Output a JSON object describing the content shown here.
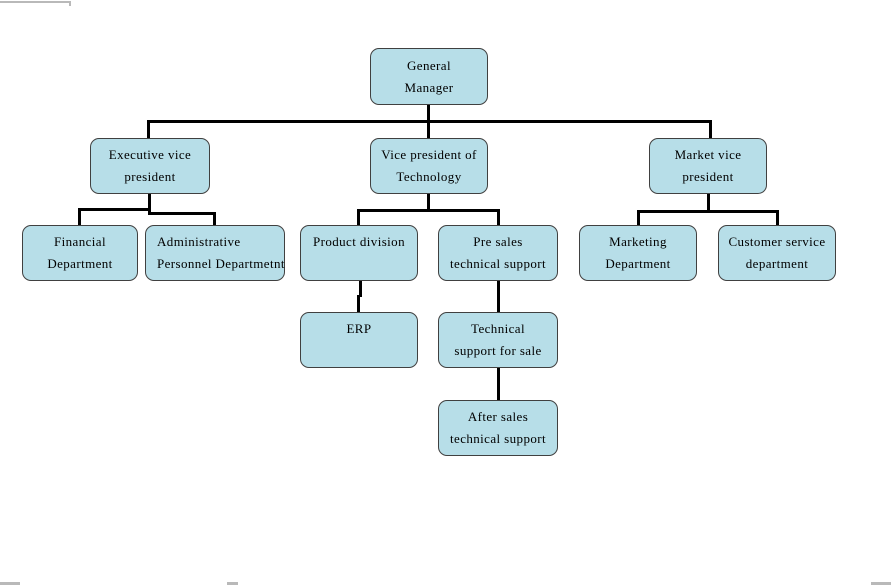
{
  "diagram": {
    "type": "org-chart",
    "colors": {
      "node_fill": "#b7dee8",
      "node_border": "#404040",
      "connector": "#000000",
      "page_edge_mark": "#b9b9b9"
    },
    "nodes": {
      "general_manager": {
        "line1": "General",
        "line2": "Manager"
      },
      "executive_vp": {
        "line1": "Executive vice",
        "line2": "president"
      },
      "vp_technology": {
        "line1": "Vice president of",
        "line2": "Technology"
      },
      "market_vp": {
        "line1": "Market vice",
        "line2": "president"
      },
      "financial_dept": {
        "line1": "Financial",
        "line2": "Department"
      },
      "admin_personnel": {
        "line1": "Administrative",
        "line2": "Personnel Departmetnt"
      },
      "product_division": {
        "line1": "Product division"
      },
      "pre_sales": {
        "line1": "Pre sales",
        "line2": "technical support"
      },
      "marketing_dept": {
        "line1": "Marketing",
        "line2": "Department"
      },
      "customer_service": {
        "line1": "Customer service",
        "line2": "department"
      },
      "erp": {
        "line1": "ERP"
      },
      "tech_support_sale": {
        "line1": "Technical",
        "line2": "support for sale"
      },
      "after_sales": {
        "line1": "After sales",
        "line2": "technical support"
      }
    },
    "edges": [
      [
        "general_manager",
        "executive_vp"
      ],
      [
        "general_manager",
        "vp_technology"
      ],
      [
        "general_manager",
        "market_vp"
      ],
      [
        "executive_vp",
        "financial_dept"
      ],
      [
        "executive_vp",
        "admin_personnel"
      ],
      [
        "vp_technology",
        "product_division"
      ],
      [
        "vp_technology",
        "pre_sales"
      ],
      [
        "market_vp",
        "marketing_dept"
      ],
      [
        "market_vp",
        "customer_service"
      ],
      [
        "product_division",
        "erp"
      ],
      [
        "pre_sales",
        "tech_support_sale"
      ],
      [
        "tech_support_sale",
        "after_sales"
      ]
    ]
  }
}
